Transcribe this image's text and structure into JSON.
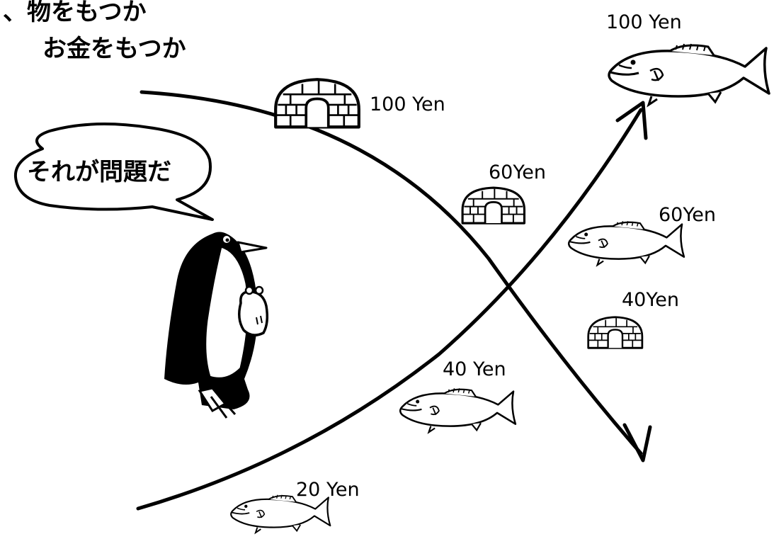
{
  "heading": {
    "line1": "、物をもつか",
    "line2": "お金をもつか"
  },
  "speech_bubble": {
    "text": "それが問題だ"
  },
  "igloo_prices": {
    "large": "100 Yen",
    "medium": "60Yen",
    "small": "40Yen"
  },
  "fish_prices": {
    "large": "100 Yen",
    "medium": "60Yen",
    "small": "40 Yen",
    "tiny": "20 Yen"
  },
  "icons": {
    "igloo": "igloo-icon",
    "fish": "fish-icon",
    "penguin": "penguin-icon",
    "coin_purse": "coin-purse-icon"
  },
  "colors": {
    "ink": "#000000",
    "paper": "#ffffff"
  }
}
